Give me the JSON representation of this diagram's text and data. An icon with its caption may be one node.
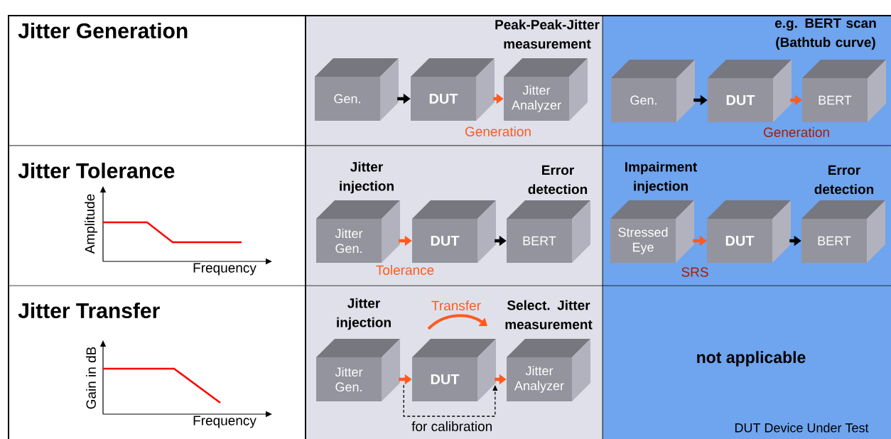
{
  "diagram": {
    "nodes": [
      {
        "text": [
          "Gen."
        ]
      },
      {
        "text": [
          "DUT"
        ]
      },
      {
        "text": [
          "Jitter Analyzer"
        ],
        "beside": [
          "Peak-Peak-Jitter measurement"
        ]
      },
      {
        "text": [
          "Gen."
        ]
      },
      {
        "text": [
          "DUT"
        ]
      },
      {
        "text": [
          "BERT"
        ],
        "beside": [
          "e.g. BERT scan (Bathtub curve)"
        ]
      },
      {
        "text": [
          "Jitter Gen."
        ],
        "beside": [
          "Jitter injection"
        ]
      },
      {
        "text": [
          "DUT"
        ]
      },
      {
        "text": [
          "BERT"
        ],
        "beside": [
          "Error detection"
        ]
      },
      {
        "text": [
          "Stressed Eye"
        ],
        "beside": [
          "Impairment injection"
        ]
      },
      {
        "text": [
          "DUT"
        ]
      },
      {
        "text": [
          "BERT"
        ],
        "beside": [
          "Error detection"
        ]
      },
      {
        "text": [
          "Jitter Gen."
        ],
        "beside": [
          "Jitter injection"
        ]
      },
      {
        "text": [
          "DUT"
        ]
      },
      {
        "text": [
          "Jitter Analyzer"
        ],
        "beside": [
          "Select. Jitter measurement"
        ]
      }
    ],
    "edges": [
      {
        "from": 0,
        "to": 1,
        "arrow": "to",
        "color": "#000000"
      },
      {
        "from": 1,
        "to": 2,
        "arrow": "to",
        "color": "#ff5a1e"
      },
      {
        "from": 3,
        "to": 4,
        "arrow": "to",
        "color": "#000000"
      },
      {
        "from": 4,
        "to": 5,
        "arrow": "to",
        "color": "#ff5a1e"
      },
      {
        "from": 6,
        "to": 7,
        "arrow": "to",
        "color": "#ff5a1e"
      },
      {
        "from": 7,
        "to": 8,
        "arrow": "to",
        "color": "#000000"
      },
      {
        "from": 9,
        "to": 10,
        "arrow": "to",
        "color": "#ff5a1e"
      },
      {
        "from": 10,
        "to": 11,
        "arrow": "to",
        "color": "#000000"
      },
      {
        "from": 12,
        "to": 13,
        "arrow": "to",
        "color": "#ff5a1e"
      },
      {
        "from": 13,
        "to": 14,
        "arrow": "to",
        "color": "#ff5a1e"
      },
      {
        "from": 12,
        "to": 14,
        "arrow": "to",
        "style": "dashed",
        "color": "#000000",
        "label": "for calibration"
      }
    ],
    "labels": [
      "Jitter Generation",
      "Jitter Tolerance",
      "Amplitude",
      "Frequency",
      "Jitter Transfer",
      "Gain in dB",
      "Frequency",
      "Generation",
      "Generation",
      "Tolerance",
      "SRS",
      "Transfer",
      "not applicable",
      "DUT Device Under Test"
    ]
  }
}
